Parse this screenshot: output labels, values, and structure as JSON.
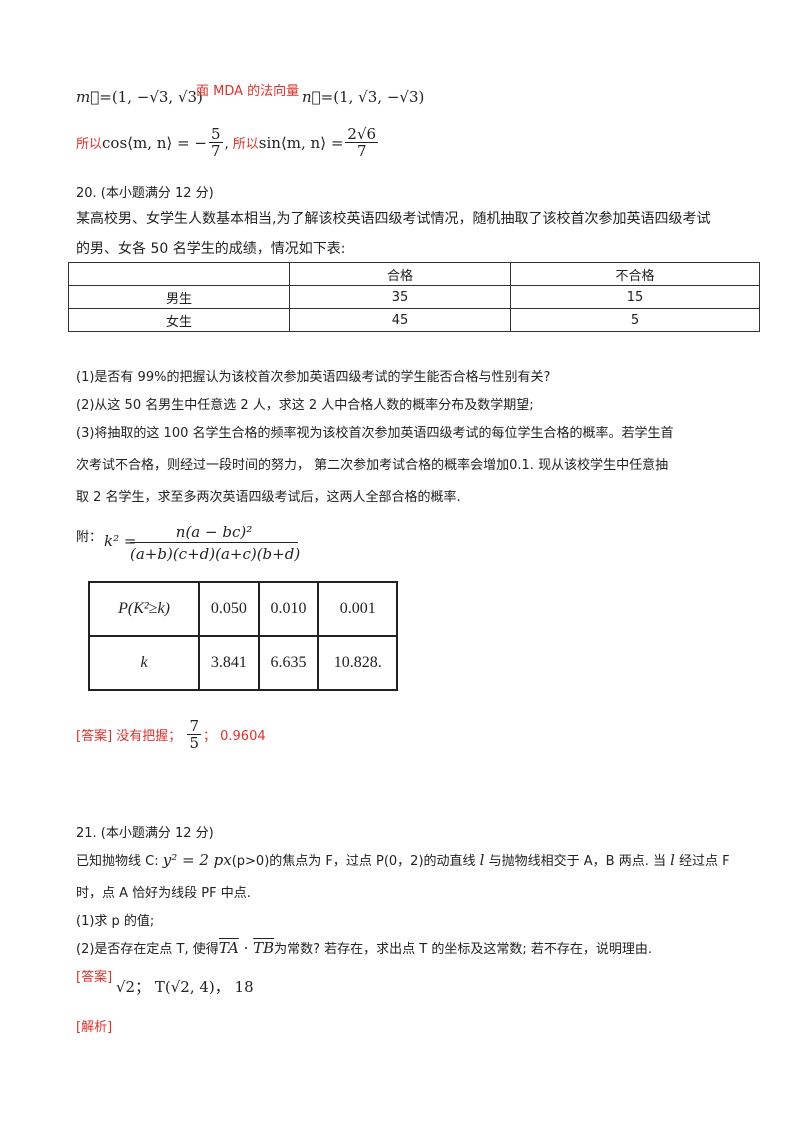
{
  "top": {
    "m_vec": "(1, −√3, √3)",
    "plane_label": "面 MDA 的法向量",
    "n_vec": "(1, √3, −√3)",
    "so_cos": "所以",
    "cos_expr": "cos⟨m, n⟩ = −",
    "cos_num": "5",
    "cos_den": "7",
    "so_sin": "所以",
    "sin_expr": "sin⟨m, n⟩ =",
    "sin_num": "2√6",
    "sin_den": "7"
  },
  "q20": {
    "heading": "20. (本小题满分 12 分)",
    "para1": "某高校男、女学生人数基本相当,为了解该校英语四级考试情况，随机抽取了该校首次参加英语四级考试",
    "para2": "的男、女各 50 名学生的成绩，情况如下表:",
    "table": {
      "headers": [
        "",
        "合格",
        "不合格"
      ],
      "rows": [
        [
          "男生",
          "35",
          "15"
        ],
        [
          "女生",
          "45",
          "5"
        ]
      ]
    },
    "sub1": "(1)是否有 99%的把握认为该校首次参加英语四级考试的学生能否合格与性别有关?",
    "sub2": "(2)从这 50 名男生中任意选 2 人，求这 2 人中合格人数的概率分布及数学期望;",
    "sub3a": "(3)将抽取的这 100 名学生合格的频率视为该校首次参加英语四级考试的每位学生合格的概率。若学生首",
    "sub3b": "次考试不合格，则经过一段时间的努力， 第二次参加考试合格的概率会增加0.1. 现从该校学生中任意抽",
    "sub3c": "取 2 名学生，求至多两次英语四级考试后，这两人全部合格的概率.",
    "appendix_label": "附：",
    "formula_lhs": "k² =",
    "formula_num": "n(a − bc)²",
    "formula_den": "(a+b)(c+d)(a+c)(b+d)",
    "kt": {
      "row1": [
        "P(K²≥k)",
        "0.050",
        "0.010",
        "0.001"
      ],
      "row2": [
        "k",
        "3.841",
        "6.635",
        "10.828."
      ]
    },
    "answer_label": "[答案]",
    "answer_text1": "没有把握；",
    "answer_num": "7",
    "answer_den": "5",
    "answer_text2": "；  0.9604"
  },
  "q21": {
    "heading": "21. (本小题满分 12 分)",
    "line1a": "已知抛物线 C: ",
    "line1_eq": "y² = 2 px",
    "line1b": "(p>0)的焦点为 F，过点 P(0，2)的动直线 ",
    "line1_l": "l",
    "line1c": " 与抛物线相交于 A，B 两点. 当 ",
    "line1_l2": "l",
    "line1d": " 经过点 F",
    "line2": "时，点 A 恰好为线段 PF 中点.",
    "sub1": "(1)求 p 的值;",
    "sub2a": "(2)是否存在定点 T, 使得",
    "sub2_ta": "TA",
    "sub2_dot": " · ",
    "sub2_tb": "TB",
    "sub2b": "为常数? 若存在，求出点 T 的坐标及这常数; 若不存在，说明理由.",
    "answer_label": "[答案]",
    "answer_math": "√2；  T(√2, 4)，   18",
    "analysis_label": "[解析]"
  }
}
